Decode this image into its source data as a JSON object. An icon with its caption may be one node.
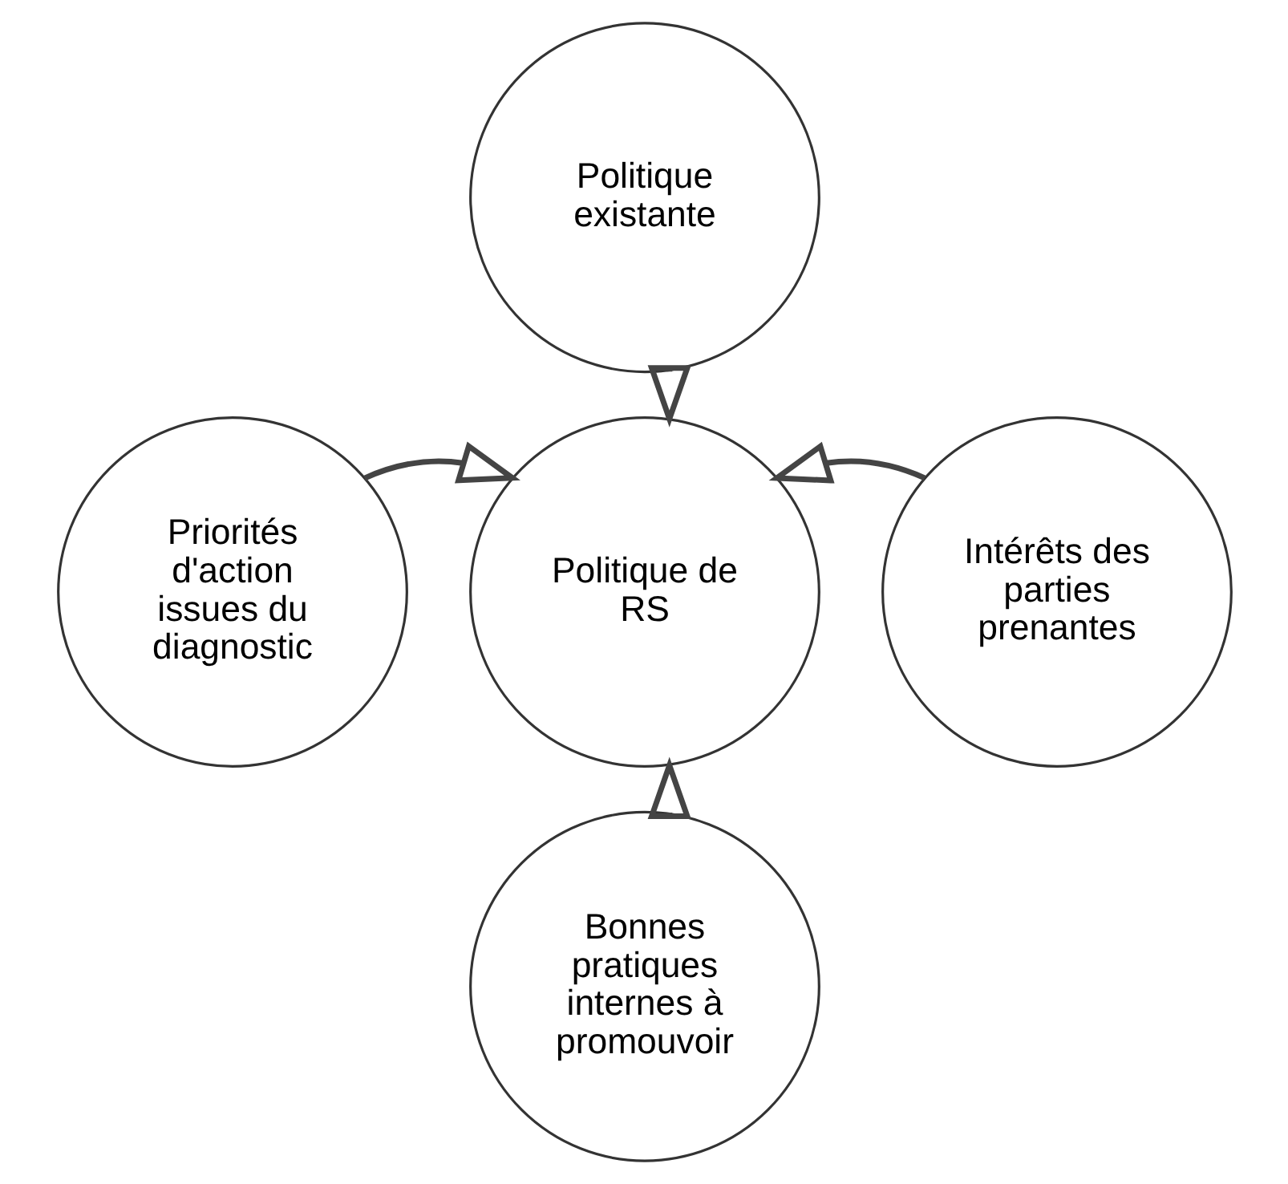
{
  "diagram": {
    "nodes": [
      {
        "text": [
          "Politique existante"
        ]
      },
      {
        "text": [
          "Priorités d'action issues du diagnostic"
        ]
      },
      {
        "text": [
          "Politique de RS"
        ]
      },
      {
        "text": [
          "Intérêts des parties prenantes"
        ]
      },
      {
        "text": [
          "Bonnes pratiques internes à promouvoir"
        ]
      }
    ],
    "edges": [
      {
        "from": 0,
        "to": 2,
        "arrow": "to"
      },
      {
        "from": 1,
        "to": 2,
        "arrow": "to"
      },
      {
        "from": 3,
        "to": 2,
        "arrow": "to"
      },
      {
        "from": 4,
        "to": 2,
        "arrow": "to"
      }
    ]
  }
}
